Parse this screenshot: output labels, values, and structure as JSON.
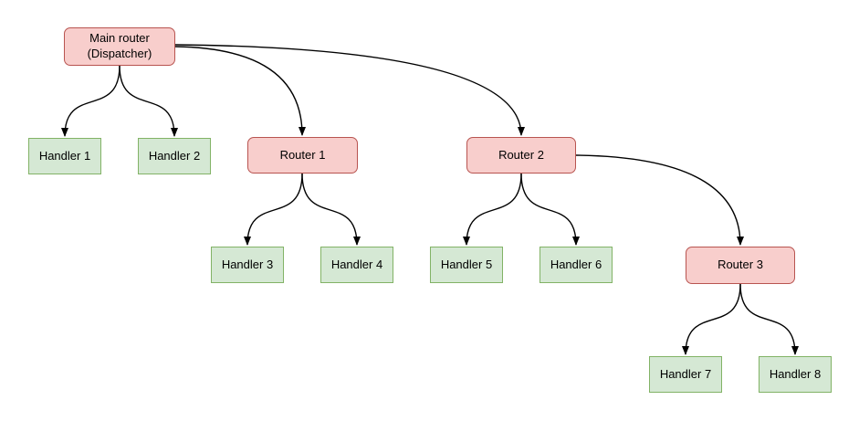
{
  "diagram": {
    "type": "flowchart",
    "background_color": "#ffffff",
    "colors": {
      "router_fill": "#f8cecc",
      "router_border": "#b85450",
      "handler_fill": "#d5e8d4",
      "handler_border": "#82b366",
      "edge_stroke": "#000000",
      "text": "#000000"
    },
    "nodes": [
      {
        "id": "main-router",
        "label": "Main router\n(Dispatcher)",
        "kind": "router"
      },
      {
        "id": "handler-1",
        "label": "Handler 1",
        "kind": "handler"
      },
      {
        "id": "handler-2",
        "label": "Handler 2",
        "kind": "handler"
      },
      {
        "id": "router-1",
        "label": "Router 1",
        "kind": "router"
      },
      {
        "id": "router-2",
        "label": "Router 2",
        "kind": "router"
      },
      {
        "id": "handler-3",
        "label": "Handler 3",
        "kind": "handler"
      },
      {
        "id": "handler-4",
        "label": "Handler 4",
        "kind": "handler"
      },
      {
        "id": "handler-5",
        "label": "Handler 5",
        "kind": "handler"
      },
      {
        "id": "handler-6",
        "label": "Handler 6",
        "kind": "handler"
      },
      {
        "id": "router-3",
        "label": "Router 3",
        "kind": "router"
      },
      {
        "id": "handler-7",
        "label": "Handler 7",
        "kind": "handler"
      },
      {
        "id": "handler-8",
        "label": "Handler 8",
        "kind": "handler"
      }
    ],
    "edges": [
      {
        "from": "main-router",
        "to": "handler-1",
        "arrow": "down"
      },
      {
        "from": "main-router",
        "to": "handler-2",
        "arrow": "down"
      },
      {
        "from": "main-router",
        "to": "router-1",
        "arrow": "down"
      },
      {
        "from": "main-router",
        "to": "router-2",
        "arrow": "down"
      },
      {
        "from": "router-1",
        "to": "handler-3",
        "arrow": "down"
      },
      {
        "from": "router-1",
        "to": "handler-4",
        "arrow": "down"
      },
      {
        "from": "router-2",
        "to": "handler-5",
        "arrow": "down"
      },
      {
        "from": "router-2",
        "to": "handler-6",
        "arrow": "down"
      },
      {
        "from": "router-2",
        "to": "router-3",
        "arrow": "down"
      },
      {
        "from": "router-3",
        "to": "handler-7",
        "arrow": "down"
      },
      {
        "from": "router-3",
        "to": "handler-8",
        "arrow": "down"
      }
    ]
  }
}
